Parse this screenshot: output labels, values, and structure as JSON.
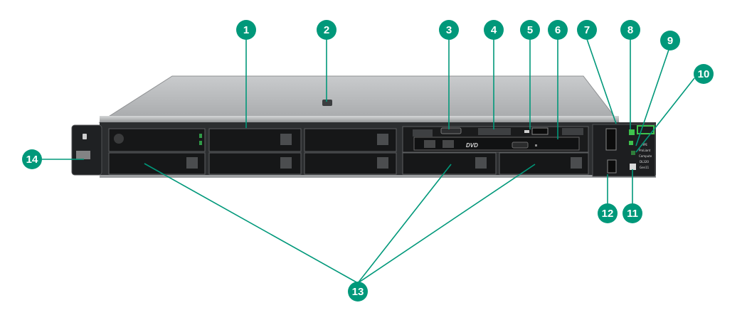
{
  "diagram": {
    "accent_color": "#00987a",
    "chassis_color": "#b9bbbd",
    "callouts": [
      {
        "label": "1"
      },
      {
        "label": "2"
      },
      {
        "label": "3"
      },
      {
        "label": "4"
      },
      {
        "label": "5"
      },
      {
        "label": "6"
      },
      {
        "label": "7"
      },
      {
        "label": "8"
      },
      {
        "label": "9"
      },
      {
        "label": "10"
      },
      {
        "label": "11"
      },
      {
        "label": "12"
      },
      {
        "label": "13"
      },
      {
        "label": "14"
      }
    ],
    "media_bay": {
      "optical_drive_label": "DVD"
    },
    "front_panel": {
      "lines": [
        "HPE",
        "ProLiant",
        "Compute",
        "DL320",
        "Gen11"
      ]
    }
  }
}
